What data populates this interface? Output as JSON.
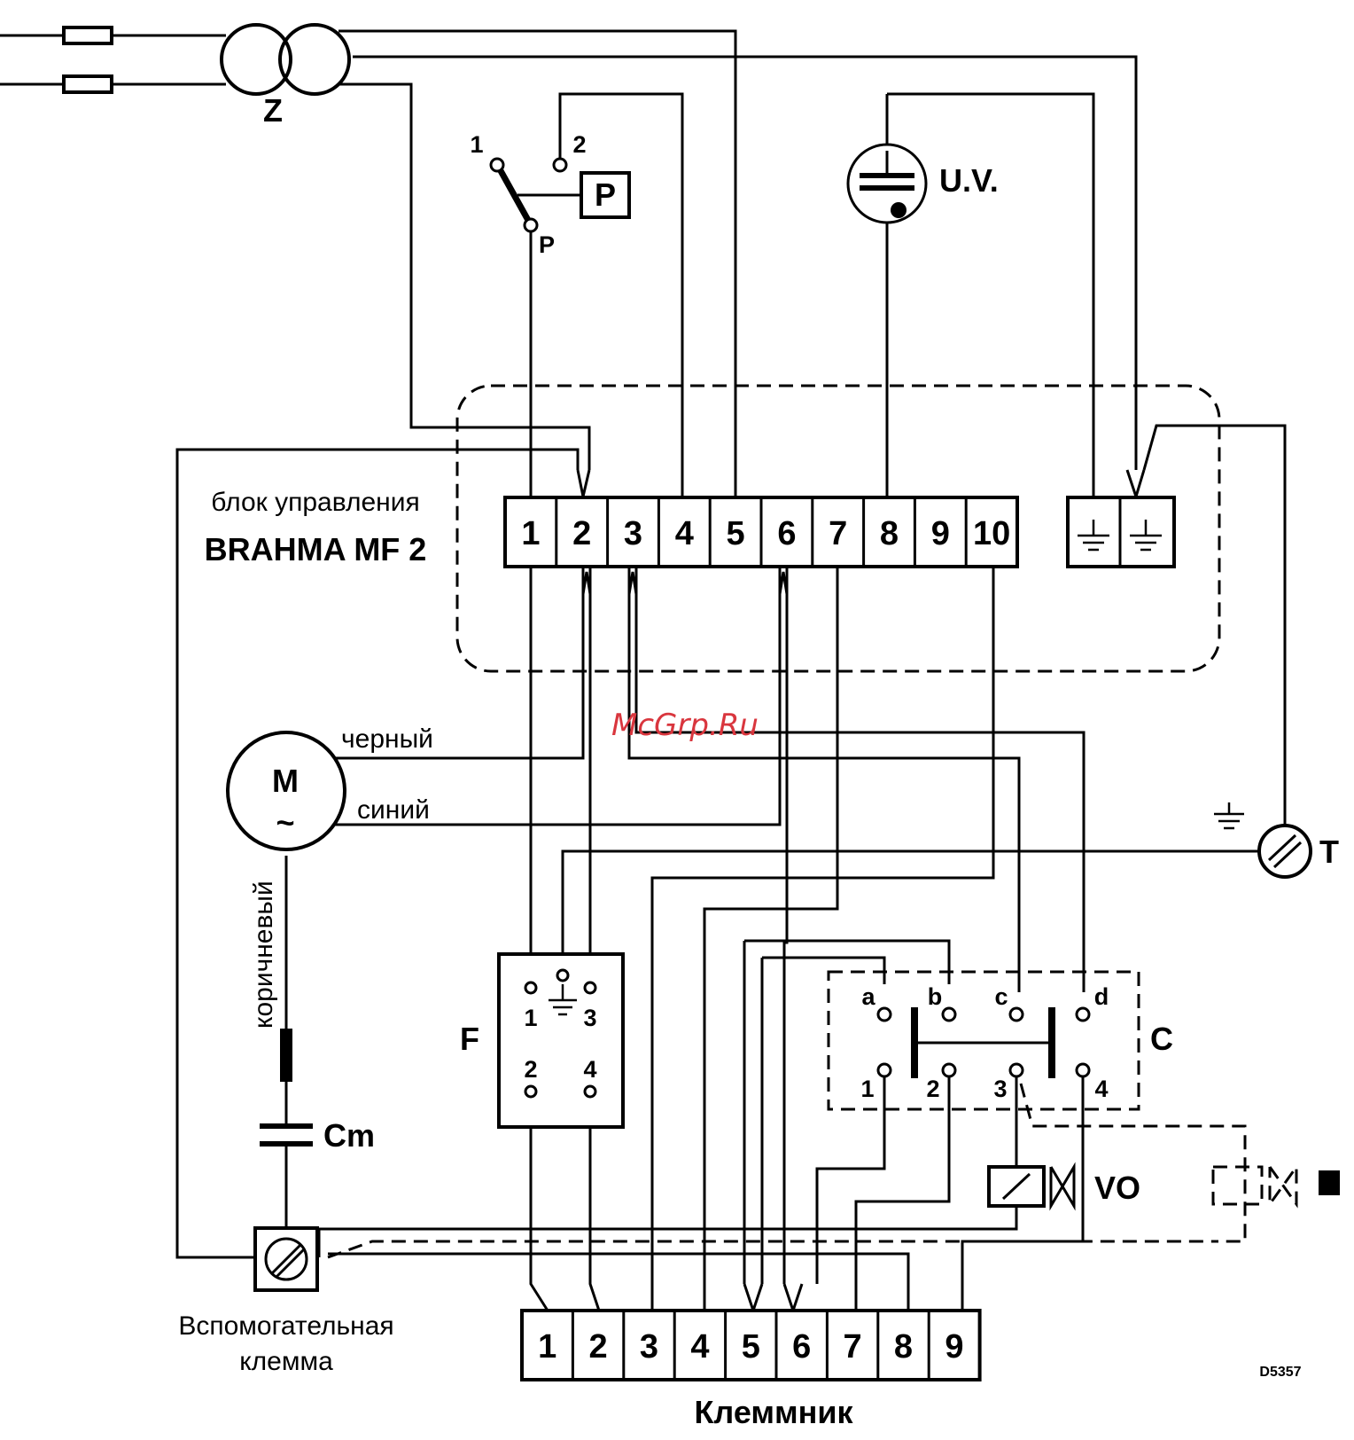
{
  "labels": {
    "transformer": "Z",
    "pressure_switch": "P",
    "pressure_contact_1": "1",
    "pressure_contact_2": "2",
    "pressure_contact_p": "P",
    "uv_cell": "U.V.",
    "control_unit_line1": "блок управления",
    "control_unit_line2": "BRAHMA  MF 2",
    "motor": "M",
    "motor_ac": "~",
    "wire_black": "черный",
    "wire_blue": "синий",
    "wire_brown": "коричневый",
    "capacitor": "Cm",
    "aux_terminal_line1": "Вспомогательная",
    "aux_terminal_line2": "клемма",
    "terminal_block": "Клеммник",
    "filter": "F",
    "contactor": "C",
    "valve": "VO",
    "thermostat": "T",
    "drawing_code": "D5357",
    "watermark": "McGrp.Ru"
  },
  "control_terminals": [
    "1",
    "2",
    "3",
    "4",
    "5",
    "6",
    "7",
    "8",
    "9",
    "10"
  ],
  "terminal_block_terminals": [
    "1",
    "2",
    "3",
    "4",
    "5",
    "6",
    "7",
    "8",
    "9"
  ],
  "filter_terminals": [
    "1",
    "3",
    "2",
    "4"
  ],
  "contactor_top": [
    "a",
    "b",
    "c",
    "d"
  ],
  "contactor_bottom": [
    "1",
    "2",
    "3",
    "4"
  ]
}
